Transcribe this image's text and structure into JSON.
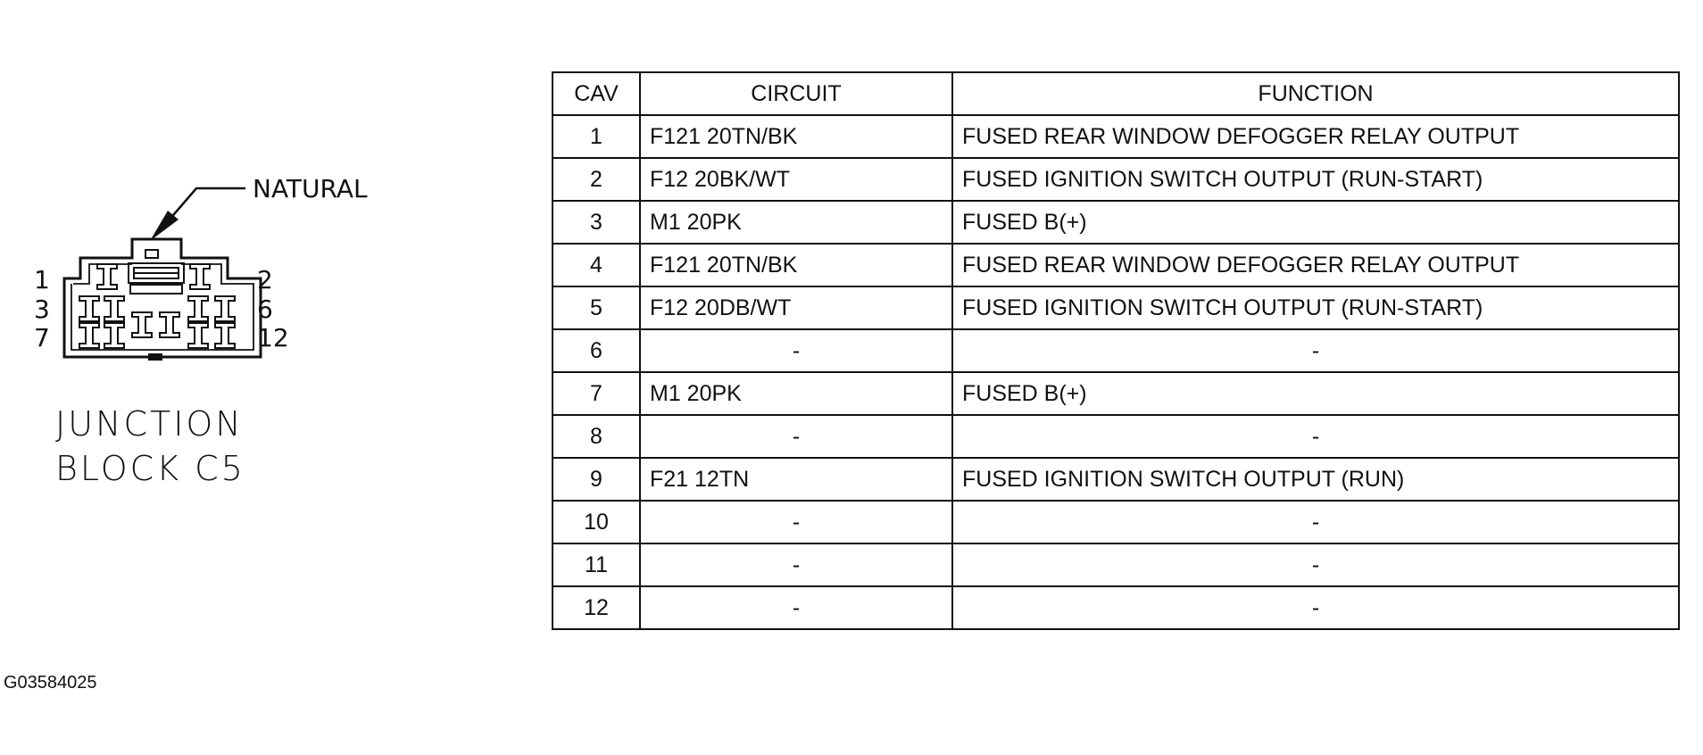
{
  "diagram": {
    "pointer_label": "NATURAL",
    "pin_labels": {
      "top_left": "1",
      "mid_left": "3",
      "bottom_left": "7",
      "top_right": "2",
      "mid_right": "6",
      "bottom_right": "12"
    },
    "title_line1": "JUNCTION",
    "title_line2": "BLOCK C5"
  },
  "table": {
    "headers": {
      "cav": "CAV",
      "circuit": "CIRCUIT",
      "function": "FUNCTION"
    },
    "rows": [
      {
        "cav": "1",
        "circuit": "F121 20TN/BK",
        "function": "FUSED REAR WINDOW DEFOGGER RELAY OUTPUT"
      },
      {
        "cav": "2",
        "circuit": "F12 20BK/WT",
        "function": "FUSED IGNITION SWITCH OUTPUT (RUN-START)"
      },
      {
        "cav": "3",
        "circuit": "M1 20PK",
        "function": "FUSED B(+)"
      },
      {
        "cav": "4",
        "circuit": "F121 20TN/BK",
        "function": "FUSED REAR WINDOW DEFOGGER RELAY OUTPUT"
      },
      {
        "cav": "5",
        "circuit": "F12 20DB/WT",
        "function": "FUSED IGNITION SWITCH OUTPUT (RUN-START)"
      },
      {
        "cav": "6",
        "circuit": "-",
        "function": "-"
      },
      {
        "cav": "7",
        "circuit": "M1 20PK",
        "function": "FUSED B(+)"
      },
      {
        "cav": "8",
        "circuit": "-",
        "function": "-"
      },
      {
        "cav": "9",
        "circuit": "F21 12TN",
        "function": "FUSED IGNITION SWITCH OUTPUT (RUN)"
      },
      {
        "cav": "10",
        "circuit": "-",
        "function": "-"
      },
      {
        "cav": "11",
        "circuit": "-",
        "function": "-"
      },
      {
        "cav": "12",
        "circuit": "-",
        "function": "-"
      }
    ]
  },
  "figure_id": "G03584025"
}
